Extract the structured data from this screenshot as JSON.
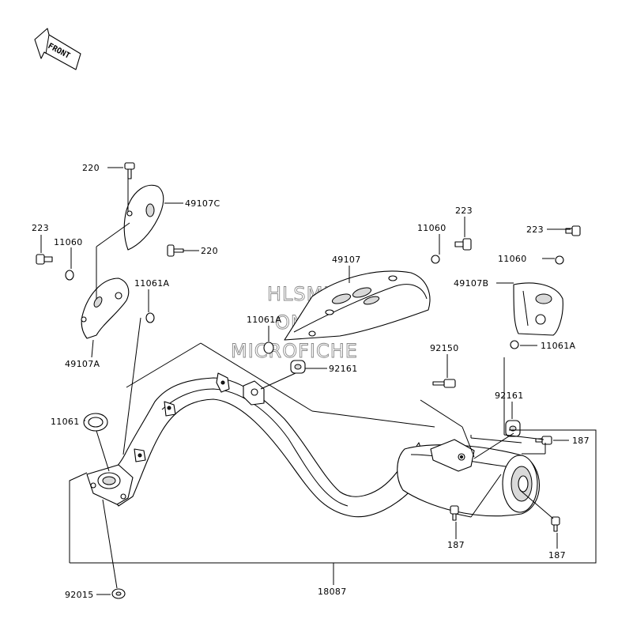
{
  "orientation": {
    "label": "FRONT"
  },
  "watermark": {
    "lines": [
      "HLSM'S",
      "ONLINE",
      "MICROFICHE"
    ]
  },
  "parts": {
    "p220_top": "220",
    "p49107C": "49107C",
    "p220_mid": "220",
    "p223_left": "223",
    "p11060_left": "11060",
    "p11061A_left": "11061A",
    "p49107A": "49107A",
    "p11061A_center": "11061A",
    "p49107": "49107",
    "p92161_center": "92161",
    "p11060_mid": "11060",
    "p223_mid": "223",
    "p223_right": "223",
    "p11060_right": "11060",
    "p49107B": "49107B",
    "p11061A_right": "11061A",
    "p92150": "92150",
    "p92161_right": "92161",
    "p187_right": "187",
    "p187_bottom_left": "187",
    "p187_bottom_right": "187",
    "p11061": "11061",
    "p92015": "92015",
    "p18087": "18087"
  }
}
